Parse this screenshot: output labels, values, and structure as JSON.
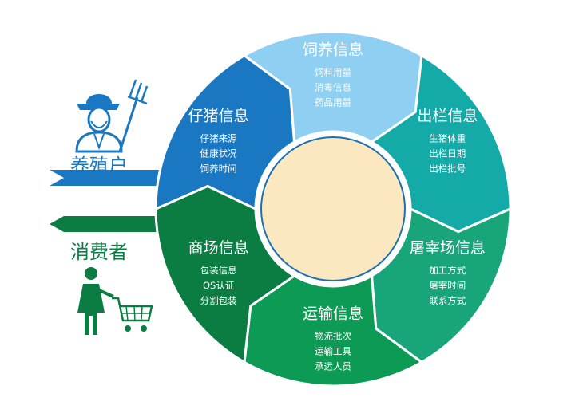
{
  "segments": [
    {
      "id": "feed",
      "title": "饲养信息",
      "items": [
        "饲料用量",
        "消毒信息",
        "药品用量"
      ],
      "color": "#8ecff2"
    },
    {
      "id": "out",
      "title": "出栏信息",
      "items": [
        "生猪体重",
        "出栏日期",
        "出栏批号"
      ],
      "color": "#13aaa8"
    },
    {
      "id": "slaughter",
      "title": "屠宰场信息",
      "items": [
        "加工方式",
        "屠宰时间",
        "联系方式"
      ],
      "color": "#18a57a"
    },
    {
      "id": "transport",
      "title": "运输信息",
      "items": [
        "物流批次",
        "运输工具",
        "承运人员"
      ],
      "color": "#0d9a55"
    },
    {
      "id": "market",
      "title": "商场信息",
      "items": [
        "包装信息",
        "QS认证",
        "分割包装"
      ],
      "color": "#0b7d43"
    },
    {
      "id": "piglet",
      "title": "仔猪信息",
      "items": [
        "仔猪来源",
        "健康状况",
        "饲养时间"
      ],
      "color": "#1a78c2"
    }
  ],
  "roles": {
    "farmer": {
      "label": "养殖户",
      "color": "#1a78c2",
      "icon": "farmer-icon"
    },
    "consumer": {
      "label": "消费者",
      "color": "#0b7d43",
      "icon": "shopper-cart-icon"
    }
  },
  "center": {
    "color": "#fbe8c0",
    "ring": "#ffffff"
  }
}
